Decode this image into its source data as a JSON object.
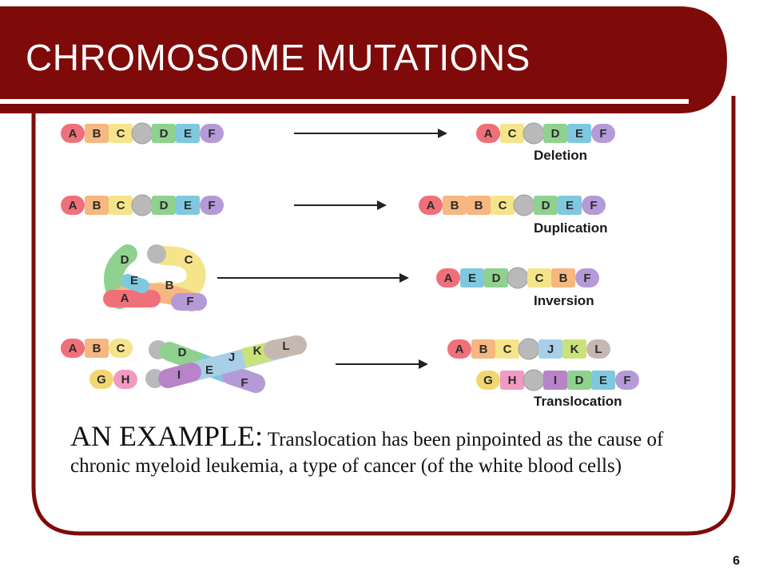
{
  "slide": {
    "title": "CHROMOSOME MUTATIONS",
    "page_number": "6",
    "theme": {
      "maroon": "#7f0a0a",
      "dark_maroon": "#5c0000"
    }
  },
  "rows": [
    {
      "name": "deletion",
      "before": [
        "A",
        "B",
        "C",
        "•",
        "D",
        "E",
        "F"
      ],
      "after": [
        "A",
        "C",
        "•",
        "D",
        "E",
        "F"
      ],
      "label": "Deletion"
    },
    {
      "name": "duplication",
      "before": [
        "A",
        "B",
        "C",
        "•",
        "D",
        "E",
        "F"
      ],
      "after": [
        "A",
        "B",
        "B",
        "C",
        "•",
        "D",
        "E",
        "F"
      ],
      "label": "Duplication"
    },
    {
      "name": "inversion",
      "before_twisted": [
        "D",
        "C",
        "E",
        "B",
        "A",
        "F"
      ],
      "after": [
        "A",
        "E",
        "D",
        "•",
        "C",
        "B",
        "F"
      ],
      "label": "Inversion"
    },
    {
      "name": "translocation",
      "before_top": [
        "A",
        "B",
        "C"
      ],
      "before_bottom": [
        "G",
        "H"
      ],
      "before_cross": [
        "D",
        "E",
        "J",
        "K",
        "L",
        "I",
        "F"
      ],
      "after_top": [
        "A",
        "B",
        "C",
        "•",
        "J",
        "K",
        "L"
      ],
      "after_bottom": [
        "G",
        "H",
        "•",
        "I",
        "D",
        "E",
        "F"
      ],
      "label": "Translocation"
    }
  ],
  "segment_colors": {
    "A": "#f0707a",
    "B": "#f6b780",
    "C": "#f5e48a",
    "D": "#8fd18f",
    "E": "#7fc8df",
    "F": "#b59ad8",
    "G": "#f2d770",
    "H": "#f29ac4",
    "I": "#b883c9",
    "J": "#a9cfe8",
    "K": "#c9e37a",
    "L": "#c6b8b0",
    "•": "#bdbdbd"
  },
  "example": {
    "lead": "AN EXAMPLE:",
    "text": " Translocation has been pinpointed as the cause of chronic myeloid leukemia, a type of cancer (of the white blood cells)"
  }
}
